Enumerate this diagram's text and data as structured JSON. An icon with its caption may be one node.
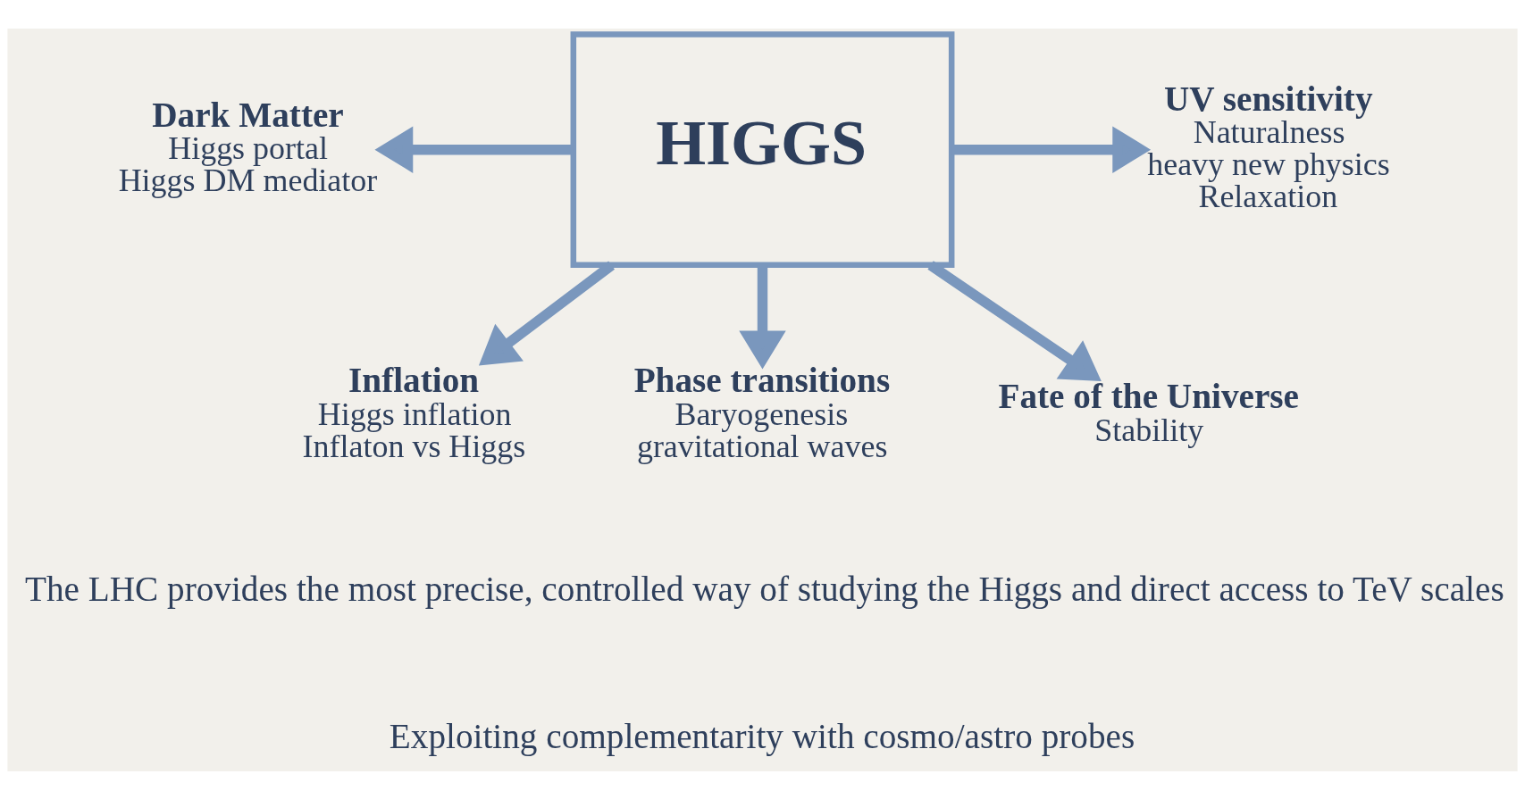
{
  "diagram": {
    "nodes": [
      {
        "text": [
          "HIGGS"
        ]
      },
      {
        "text": [
          "Dark Matter",
          "Higgs portal",
          "Higgs DM mediator"
        ]
      },
      {
        "text": [
          "UV sensitivity",
          "Naturalness",
          "heavy new physics",
          "Relaxation"
        ]
      },
      {
        "text": [
          "Inflation",
          "Higgs inflation",
          "Inflaton vs Higgs"
        ]
      },
      {
        "text": [
          "Phase transitions",
          "Baryogenesis",
          "gravitational waves"
        ]
      },
      {
        "text": [
          "Fate of the Universe",
          "Stability"
        ]
      }
    ],
    "edges": [
      {
        "from": 0,
        "to": 1,
        "arrow": "to"
      },
      {
        "from": 0,
        "to": 2,
        "arrow": "to"
      },
      {
        "from": 0,
        "to": 3,
        "arrow": "to"
      },
      {
        "from": 0,
        "to": 4,
        "arrow": "to"
      },
      {
        "from": 0,
        "to": 5,
        "arrow": "to"
      }
    ],
    "labels": [
      "The LHC provides the most precise, controlled way of studying the Higgs and direct access to TeV scales",
      "Exploiting complementarity with cosmo/astro probes"
    ]
  }
}
